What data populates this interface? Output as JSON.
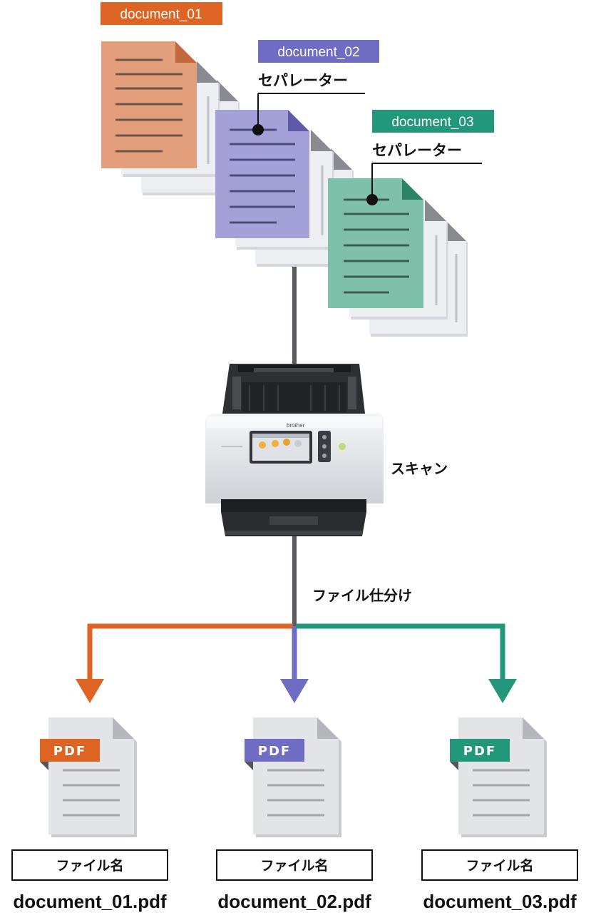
{
  "documents": [
    {
      "label": "document_01",
      "color": "#de6424"
    },
    {
      "label": "document_02",
      "color": "#6f6cc4"
    },
    {
      "label": "document_03",
      "color": "#23977a"
    }
  ],
  "separator_label": "セパレーター",
  "scan_label": "スキャン",
  "sort_label": "ファイル仕分け",
  "scanner": {
    "brand": "brother"
  },
  "outputs": [
    {
      "badge": "PDF",
      "name_box": "ファイル名",
      "filename": "document_01.pdf",
      "color": "#de6424"
    },
    {
      "badge": "PDF",
      "name_box": "ファイル名",
      "filename": "document_02.pdf",
      "color": "#6f6cc4"
    },
    {
      "badge": "PDF",
      "name_box": "ファイル名",
      "filename": "document_03.pdf",
      "color": "#23977a"
    }
  ]
}
